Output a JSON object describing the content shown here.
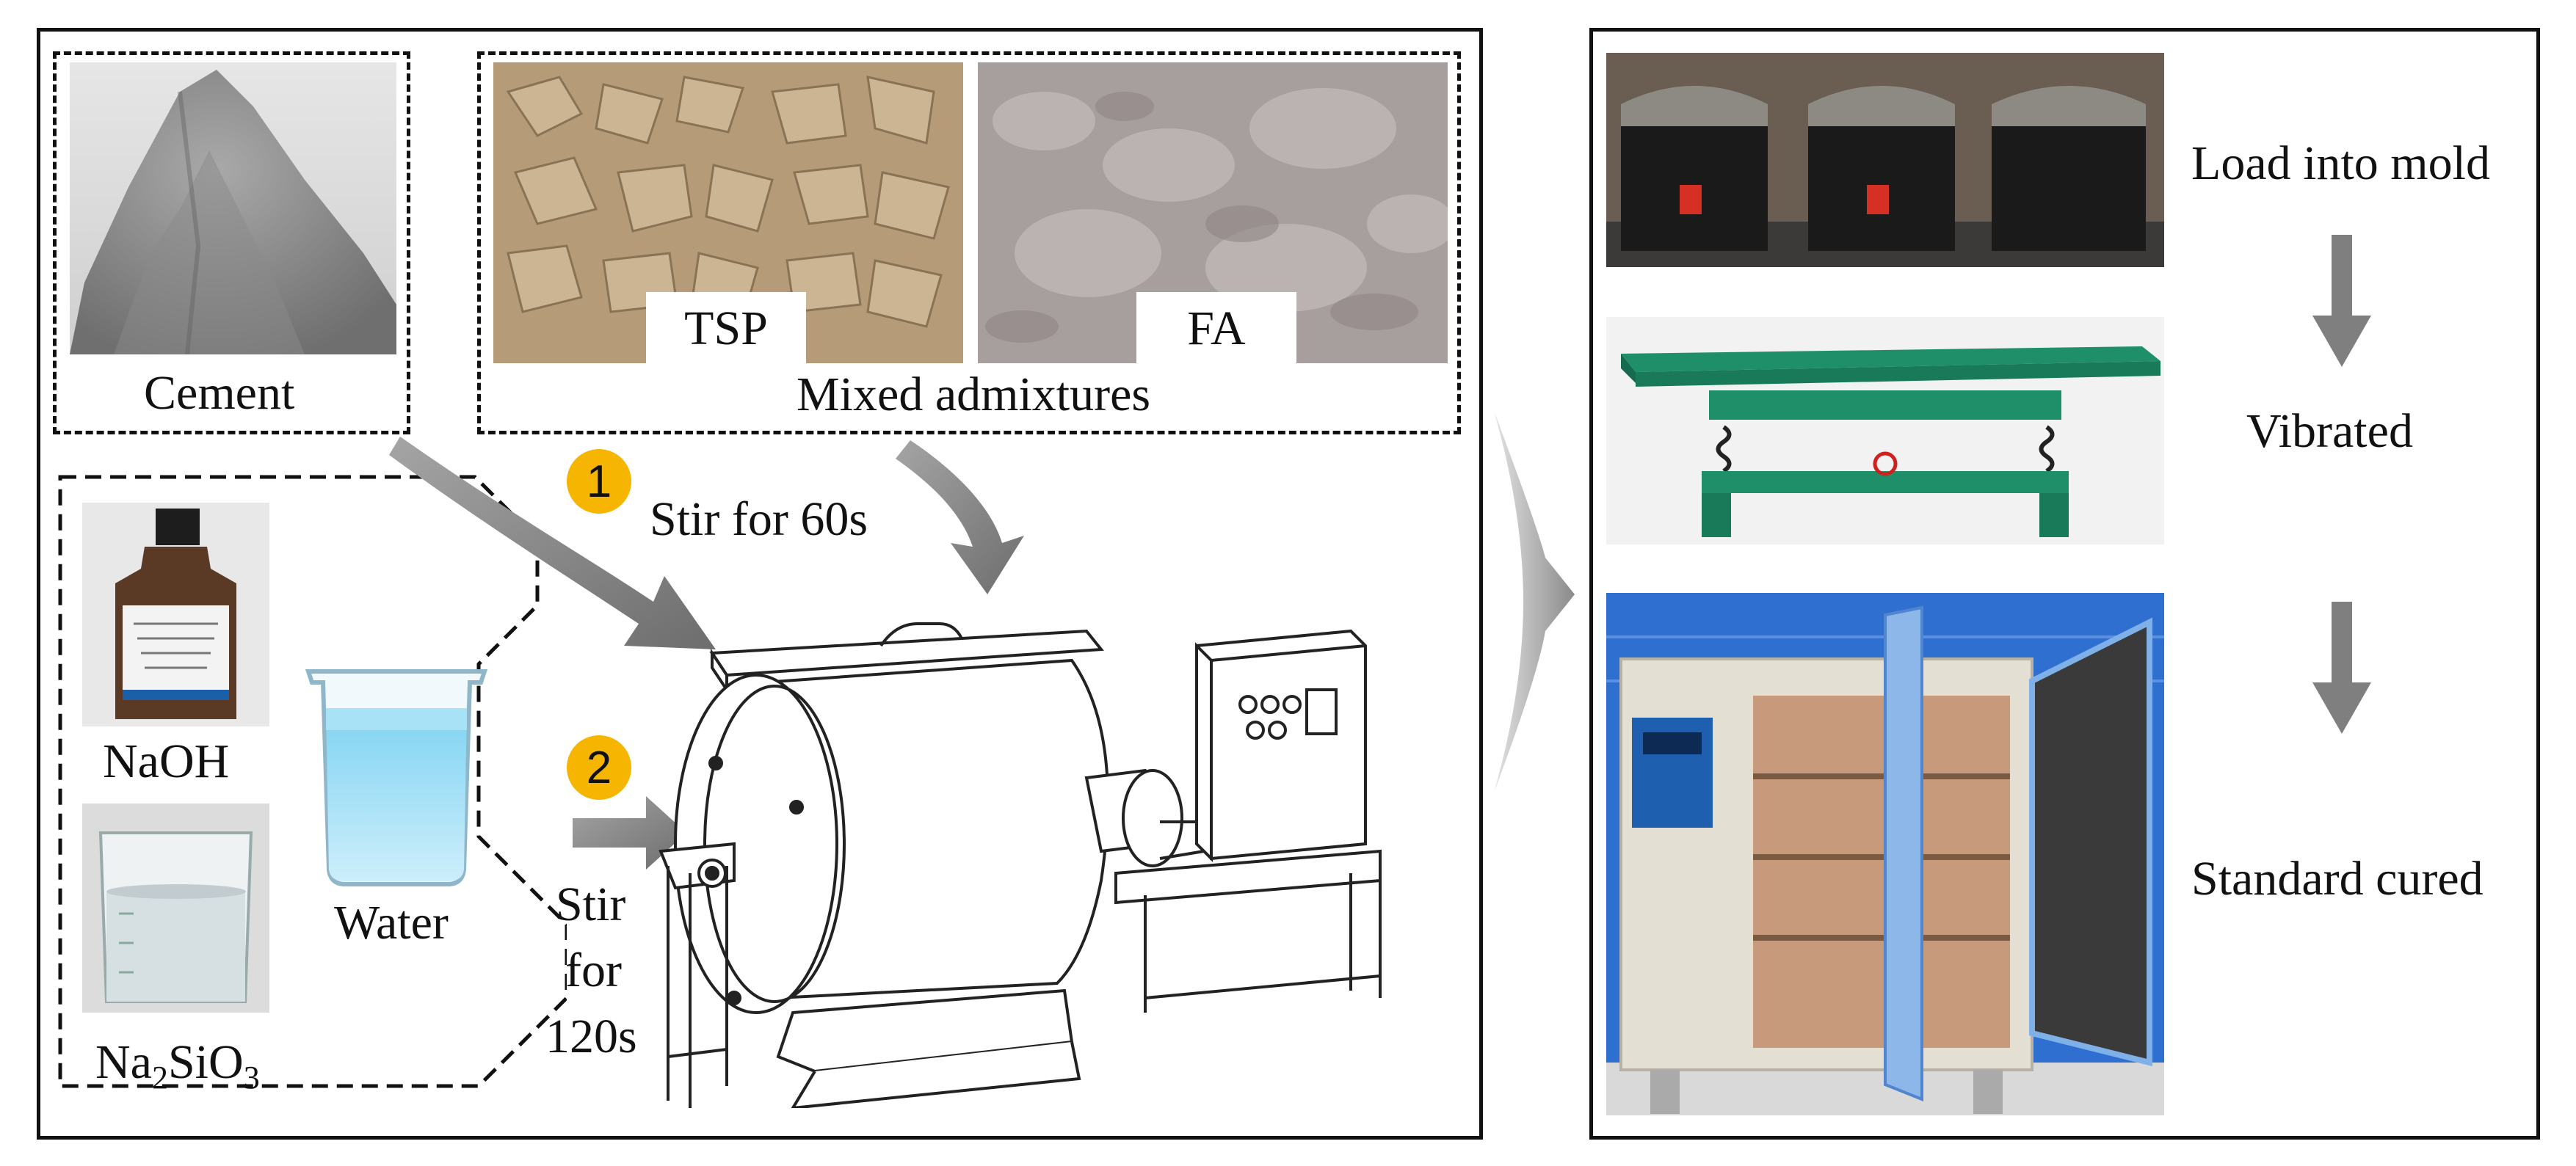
{
  "ingredients": {
    "cement": "Cement",
    "tsp": "TSP",
    "fa": "FA",
    "mixed_admixtures": "Mixed admixtures",
    "naoh": "NaOH",
    "water": "Water",
    "na2sio3": {
      "base": "Na",
      "sub1": "2",
      "mid": "SiO",
      "sub2": "3"
    }
  },
  "steps": {
    "step1_number": "1",
    "step1_text": "Stir for 60s",
    "step2_number": "2",
    "step2_line1": "Stir",
    "step2_line2": "for",
    "step2_line3": "120s"
  },
  "process": {
    "load": "Load into mold",
    "vibrated": "Vibrated",
    "cured": "Standard cured"
  },
  "colors": {
    "badge": "#f6b500",
    "arrow": "#7f7f7f",
    "vibrator_green": "#1f8f6a",
    "curing_chamber_blue": "#2f6fd0"
  }
}
